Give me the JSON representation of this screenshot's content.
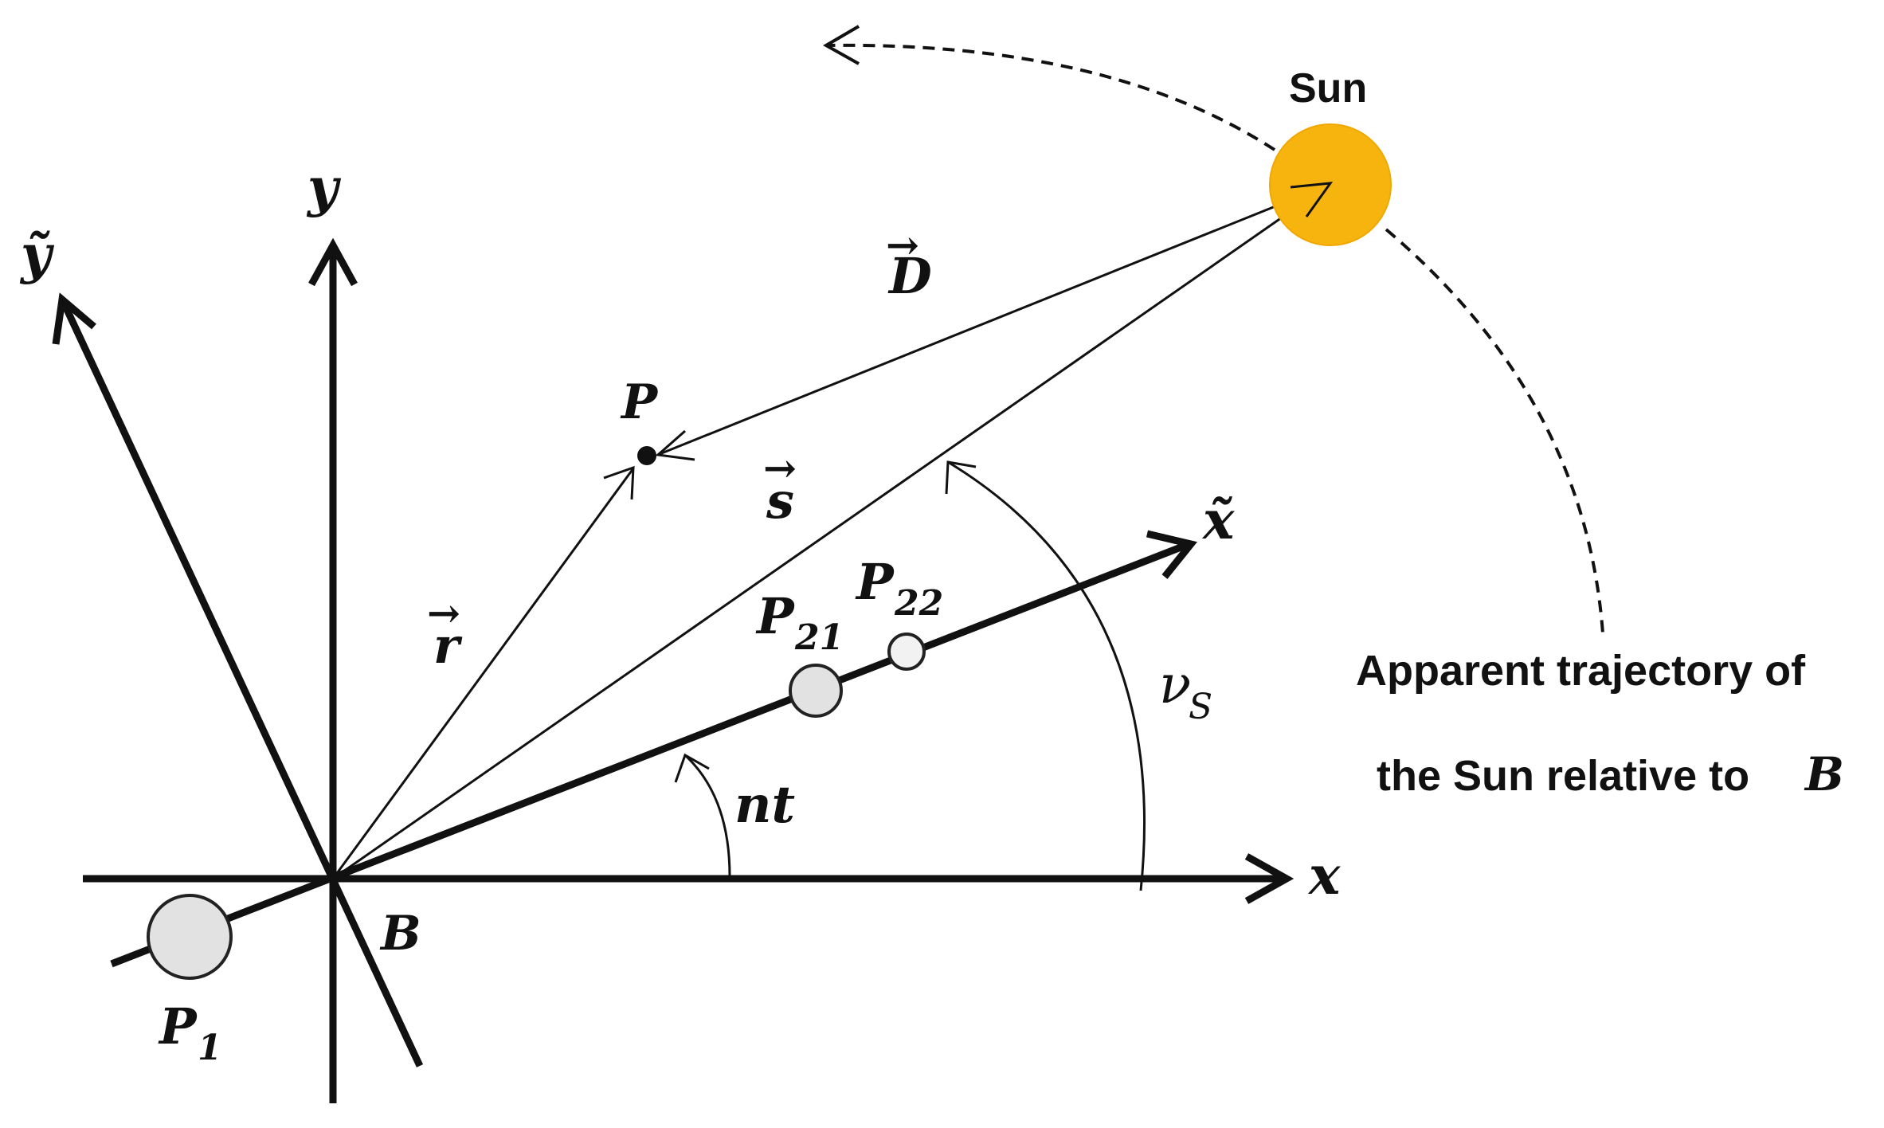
{
  "colors": {
    "ink": "#111111",
    "sun": "#f7b40f",
    "sun_edge": "#f0a800",
    "planet_fill": "#e2e2e2",
    "planet_edge": "#222222"
  },
  "labels": {
    "sun": "Sun",
    "axis_y": "y",
    "axis_x": "x",
    "axis_y_tilde": "ỹ",
    "axis_x_tilde": "x̃",
    "point_p": "P",
    "origin_b": "B",
    "vec_D": "D",
    "vec_s": "s",
    "vec_r": "r",
    "arrow_glyph": "→",
    "angle_nt": "nt",
    "angle_nu": "ν",
    "angle_nu_sub": "S",
    "p1_base": "P",
    "p1_sub": "1",
    "p21_base": "P",
    "p21_sub": "21",
    "p22_base": "P",
    "p22_sub": "22",
    "trajectory_line1": "Apparent trajectory of",
    "trajectory_line2_prefix": "the Sun relative to ",
    "trajectory_line2_var": "B"
  },
  "icons": {
    "sun": "sun-disc-icon",
    "planets": "planet-disc-icon",
    "point": "point-dot-icon"
  }
}
